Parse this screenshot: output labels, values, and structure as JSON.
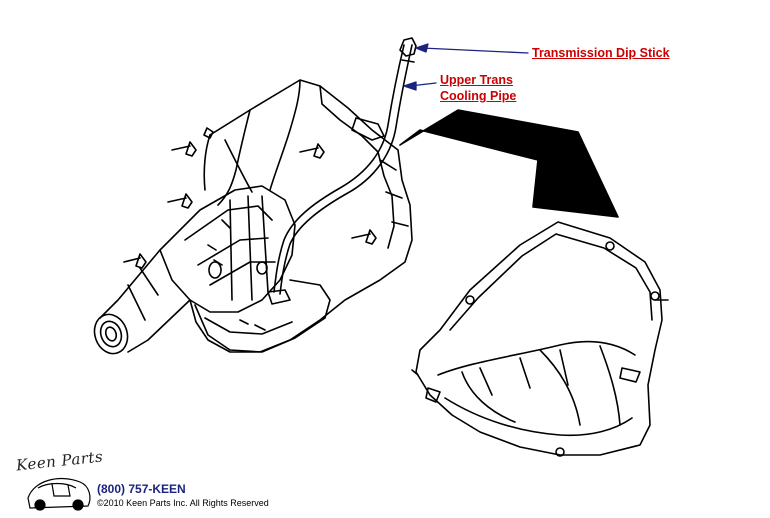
{
  "callouts": {
    "dipstick": "Transmission Dip Stick",
    "cooling_pipe_line1": "Upper Trans",
    "cooling_pipe_line2": "Cooling Pipe"
  },
  "footer": {
    "logo_text": "Keen Parts",
    "phone": "(800) 757-KEEN",
    "copyright": "©2010 Keen Parts Inc. All Rights Reserved"
  },
  "colors": {
    "callout_text": "#cc0000",
    "arrow": "#1a237e",
    "line_art": "#000000"
  }
}
